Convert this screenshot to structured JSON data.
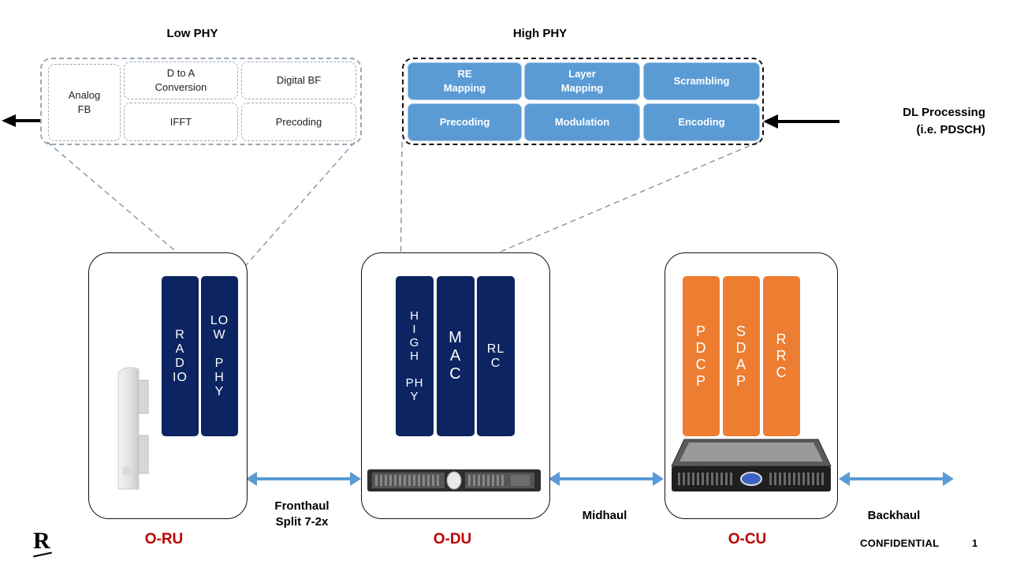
{
  "low_phy": {
    "title": "Low PHY",
    "blocks": {
      "analog_fb": "Analog\nFB",
      "d_to_a": "D to A\nConversion",
      "digital_bf": "Digital BF",
      "ifft": "IFFT",
      "precoding": "Precoding"
    }
  },
  "high_phy": {
    "title": "High PHY",
    "blocks": {
      "re_mapping": "RE\nMapping",
      "layer_mapping": "Layer\nMapping",
      "scrambling": "Scrambling",
      "precoding": "Precoding",
      "modulation": "Modulation",
      "encoding": "Encoding"
    }
  },
  "dl_processing": {
    "line1": "DL Processing",
    "line2": "(i.e. PDSCH)"
  },
  "oru": {
    "label": "O-RU",
    "columns": {
      "radio": "R\nA\nD\nIO",
      "low_phy": "LO\nW\n\nP\nH\nY"
    }
  },
  "odu": {
    "label": "O-DU",
    "columns": {
      "high_phy": "H\nI\nG\nH\n\nPH\nY",
      "mac": "M\nA\nC",
      "rlc": "RL\nC"
    }
  },
  "ocu": {
    "label": "O-CU",
    "columns": {
      "pdcp": "P\nD\nC\nP",
      "sdap": "S\nD\nA\nP",
      "rrc": "R\nR\nC"
    }
  },
  "links": {
    "fronthaul_line1": "Fronthaul",
    "fronthaul_line2": "Split 7-2x",
    "midhaul": "Midhaul",
    "backhaul": "Backhaul"
  },
  "footer": {
    "logo": "R",
    "confidential": "CONFIDENTIAL",
    "page_number": "1"
  },
  "colors": {
    "navy": "#0c2461",
    "orange": "#ed7d31",
    "blue_block": "#5b9bd5",
    "arrow_blue": "#5b9bd5",
    "label_red": "#c00000"
  }
}
